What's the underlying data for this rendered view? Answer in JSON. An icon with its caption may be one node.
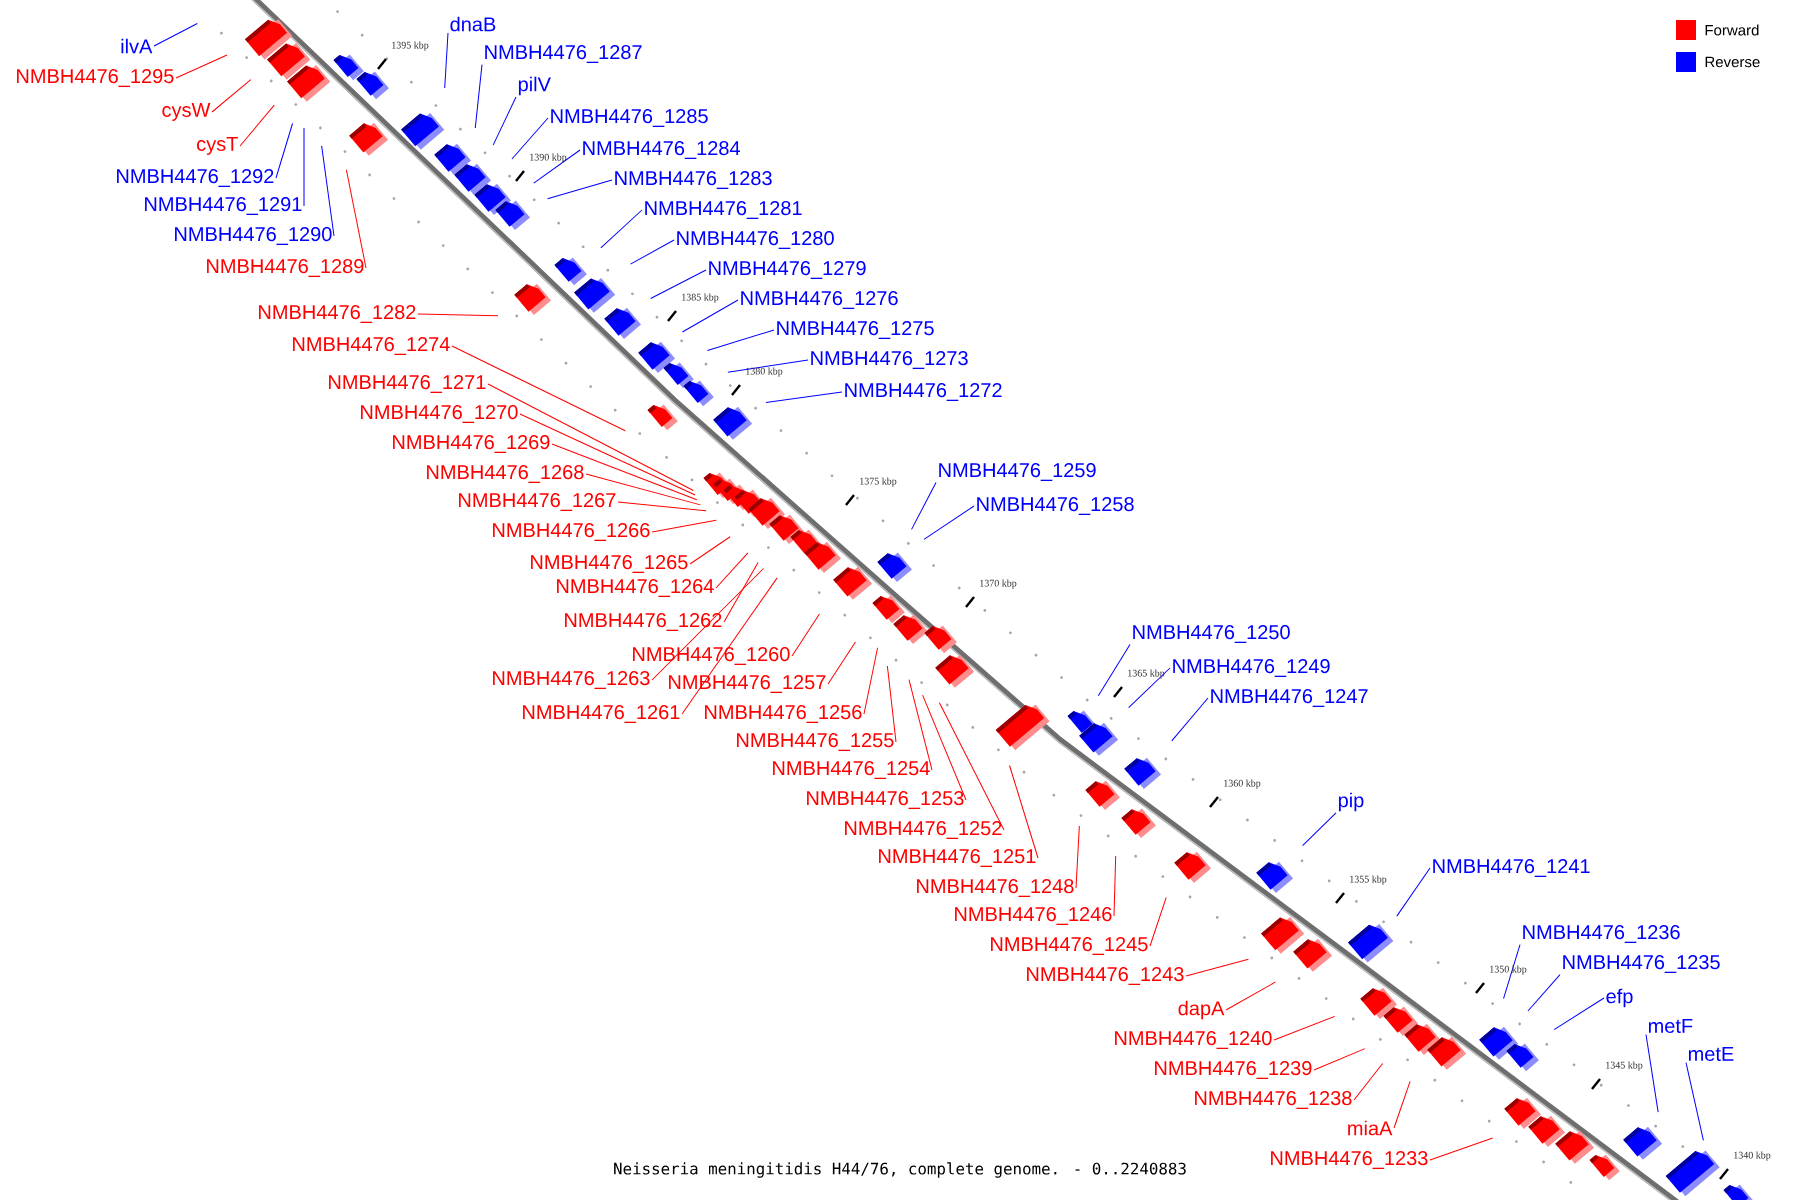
{
  "diagram": {
    "caption": "Neisseria meningitidis H44/76, complete genome. - 0..2240883",
    "nodes": [
      {
        "text": [
          "ilvA"
        ]
      },
      {
        "text": [
          "NMBH4476_1295"
        ]
      },
      {
        "text": [
          "cysW"
        ]
      },
      {
        "text": [
          "cysT"
        ]
      },
      {
        "text": [
          "NMBH4476_1292"
        ]
      },
      {
        "text": [
          "NMBH4476_1291"
        ]
      },
      {
        "text": [
          "NMBH4476_1290"
        ]
      },
      {
        "text": [
          "NMBH4476_1289"
        ]
      },
      {
        "text": [
          "dnaB"
        ]
      },
      {
        "text": [
          "NMBH4476_1287"
        ]
      },
      {
        "text": [
          "pilV"
        ]
      },
      {
        "text": [
          "NMBH4476_1285"
        ]
      },
      {
        "text": [
          "NMBH4476_1284"
        ]
      },
      {
        "text": [
          "NMBH4476_1283"
        ]
      },
      {
        "text": [
          "NMBH4476_1281"
        ]
      },
      {
        "text": [
          "NMBH4476_1280"
        ]
      },
      {
        "text": [
          "NMBH4476_1279"
        ]
      },
      {
        "text": [
          "NMBH4476_1276"
        ]
      },
      {
        "text": [
          "NMBH4476_1275"
        ]
      },
      {
        "text": [
          "NMBH4476_1273"
        ]
      },
      {
        "text": [
          "NMBH4476_1272"
        ]
      },
      {
        "text": [
          "NMBH4476_1282"
        ]
      },
      {
        "text": [
          "NMBH4476_1274"
        ]
      },
      {
        "text": [
          "NMBH4476_1271"
        ]
      },
      {
        "text": [
          "NMBH4476_1270"
        ]
      },
      {
        "text": [
          "NMBH4476_1269"
        ]
      },
      {
        "text": [
          "NMBH4476_1268"
        ]
      },
      {
        "text": [
          "NMBH4476_1267"
        ]
      },
      {
        "text": [
          "NMBH4476_1266"
        ]
      },
      {
        "text": [
          "NMBH4476_1265"
        ]
      },
      {
        "text": [
          "NMBH4476_1264"
        ]
      },
      {
        "text": [
          "NMBH4476_1262"
        ]
      },
      {
        "text": [
          "NMBH4476_1263"
        ]
      },
      {
        "text": [
          "NMBH4476_1261"
        ]
      },
      {
        "text": [
          "NMBH4476_1260"
        ]
      },
      {
        "text": [
          "NMBH4476_1257"
        ]
      },
      {
        "text": [
          "NMBH4476_1256"
        ]
      },
      {
        "text": [
          "NMBH4476_1255"
        ]
      },
      {
        "text": [
          "NMBH4476_1254"
        ]
      },
      {
        "text": [
          "NMBH4476_1253"
        ]
      },
      {
        "text": [
          "NMBH4476_1252"
        ]
      },
      {
        "text": [
          "NMBH4476_1251"
        ]
      },
      {
        "text": [
          "NMBH4476_1248"
        ]
      },
      {
        "text": [
          "NMBH4476_1246"
        ]
      },
      {
        "text": [
          "NMBH4476_1245"
        ]
      },
      {
        "text": [
          "NMBH4476_1243"
        ]
      },
      {
        "text": [
          "dapA"
        ]
      },
      {
        "text": [
          "NMBH4476_1240"
        ]
      },
      {
        "text": [
          "NMBH4476_1239"
        ]
      },
      {
        "text": [
          "NMBH4476_1238"
        ]
      },
      {
        "text": [
          "miaA"
        ]
      },
      {
        "text": [
          "NMBH4476_1233"
        ]
      },
      {
        "text": [
          "NMBH4476_1259"
        ]
      },
      {
        "text": [
          "NMBH4476_1258"
        ]
      },
      {
        "text": [
          "NMBH4476_1250"
        ]
      },
      {
        "text": [
          "NMBH4476_1249"
        ]
      },
      {
        "text": [
          "NMBH4476_1247"
        ]
      },
      {
        "text": [
          "pip"
        ]
      },
      {
        "text": [
          "NMBH4476_1241"
        ]
      },
      {
        "text": [
          "NMBH4476_1236"
        ]
      },
      {
        "text": [
          "NMBH4476_1235"
        ]
      },
      {
        "text": [
          "efp"
        ]
      },
      {
        "text": [
          "metF"
        ]
      },
      {
        "text": [
          "metE"
        ]
      }
    ],
    "edges": [
      {
        "from": 0,
        "to": null,
        "arrow": "none",
        "color": "#0000ff"
      },
      {
        "from": 1,
        "to": null,
        "arrow": "none"
      },
      {
        "from": 2,
        "to": null,
        "arrow": "none"
      },
      {
        "from": 3,
        "to": null,
        "arrow": "none"
      },
      {
        "from": 4,
        "to": null,
        "arrow": "none",
        "color": "#0000ff"
      },
      {
        "from": 5,
        "to": null,
        "arrow": "none",
        "color": "#0000ff"
      },
      {
        "from": 6,
        "to": null,
        "arrow": "none",
        "color": "#0000ff"
      },
      {
        "from": 7,
        "to": null,
        "arrow": "none"
      },
      {
        "from": 8,
        "to": null,
        "arrow": "none",
        "color": "#0000ff"
      },
      {
        "from": 9,
        "to": null,
        "arrow": "none",
        "color": "#0000ff"
      },
      {
        "from": 10,
        "to": null,
        "arrow": "none",
        "color": "#0000ff"
      },
      {
        "from": 11,
        "to": null,
        "arrow": "none",
        "color": "#0000ff"
      },
      {
        "from": 12,
        "to": null,
        "arrow": "none",
        "color": "#0000ff"
      },
      {
        "from": 13,
        "to": null,
        "arrow": "none",
        "color": "#0000ff"
      },
      {
        "from": 14,
        "to": null,
        "arrow": "none",
        "color": "#0000ff"
      },
      {
        "from": 15,
        "to": null,
        "arrow": "none",
        "color": "#0000ff"
      },
      {
        "from": 16,
        "to": null,
        "arrow": "none",
        "color": "#0000ff"
      },
      {
        "from": 17,
        "to": null,
        "arrow": "none",
        "color": "#0000ff"
      },
      {
        "from": 18,
        "to": null,
        "arrow": "none",
        "color": "#0000ff"
      },
      {
        "from": 19,
        "to": null,
        "arrow": "none",
        "color": "#0000ff"
      },
      {
        "from": 20,
        "to": null,
        "arrow": "none",
        "color": "#0000ff"
      },
      {
        "from": 21,
        "to": null,
        "arrow": "none"
      },
      {
        "from": 22,
        "to": null,
        "arrow": "none"
      },
      {
        "from": 23,
        "to": null,
        "arrow": "none"
      },
      {
        "from": 24,
        "to": null,
        "arrow": "none"
      },
      {
        "from": 25,
        "to": null,
        "arrow": "none"
      },
      {
        "from": 26,
        "to": null,
        "arrow": "none"
      },
      {
        "from": 27,
        "to": null,
        "arrow": "none"
      },
      {
        "from": 28,
        "to": null,
        "arrow": "none"
      },
      {
        "from": 29,
        "to": null,
        "arrow": "none"
      },
      {
        "from": 30,
        "to": null,
        "arrow": "none"
      },
      {
        "from": 31,
        "to": null,
        "arrow": "none"
      },
      {
        "from": 32,
        "to": null,
        "arrow": "none"
      },
      {
        "from": 33,
        "to": null,
        "arrow": "none"
      },
      {
        "from": 34,
        "to": null,
        "arrow": "none"
      },
      {
        "from": 35,
        "to": null,
        "arrow": "none"
      },
      {
        "from": 36,
        "to": null,
        "arrow": "none"
      },
      {
        "from": 37,
        "to": null,
        "arrow": "none"
      },
      {
        "from": 38,
        "to": null,
        "arrow": "none"
      },
      {
        "from": 39,
        "to": null,
        "arrow": "none"
      },
      {
        "from": 40,
        "to": null,
        "arrow": "none"
      },
      {
        "from": 41,
        "to": null,
        "arrow": "none"
      },
      {
        "from": 42,
        "to": null,
        "arrow": "none"
      },
      {
        "from": 43,
        "to": null,
        "arrow": "none"
      },
      {
        "from": 44,
        "to": null,
        "arrow": "none"
      },
      {
        "from": 45,
        "to": null,
        "arrow": "none"
      },
      {
        "from": 46,
        "to": null,
        "arrow": "none"
      },
      {
        "from": 47,
        "to": null,
        "arrow": "none"
      },
      {
        "from": 48,
        "to": null,
        "arrow": "none"
      },
      {
        "from": 49,
        "to": null,
        "arrow": "none"
      },
      {
        "from": 50,
        "to": null,
        "arrow": "none"
      },
      {
        "from": 51,
        "to": null,
        "arrow": "none"
      },
      {
        "from": 52,
        "to": null,
        "arrow": "none",
        "color": "#0000ff"
      },
      {
        "from": 53,
        "to": null,
        "arrow": "none",
        "color": "#0000ff"
      },
      {
        "from": 54,
        "to": null,
        "arrow": "none",
        "color": "#0000ff"
      },
      {
        "from": 55,
        "to": null,
        "arrow": "none",
        "color": "#0000ff"
      },
      {
        "from": 56,
        "to": null,
        "arrow": "none",
        "color": "#0000ff"
      },
      {
        "from": 57,
        "to": null,
        "arrow": "none",
        "color": "#0000ff"
      },
      {
        "from": 58,
        "to": null,
        "arrow": "none",
        "color": "#0000ff"
      },
      {
        "from": 59,
        "to": null,
        "arrow": "none",
        "color": "#0000ff"
      },
      {
        "from": 60,
        "to": null,
        "arrow": "none",
        "color": "#0000ff"
      },
      {
        "from": 61,
        "to": null,
        "arrow": "none",
        "color": "#0000ff"
      },
      {
        "from": 62,
        "to": null,
        "arrow": "none",
        "color": "#0000ff"
      },
      {
        "from": 63,
        "to": null,
        "arrow": "none",
        "color": "#0000ff"
      }
    ],
    "labels": [
      "1395 kbp",
      "1390 kbp",
      "1385 kbp",
      "1380 kbp",
      "1375 kbp",
      "1370 kbp",
      "1365 kbp",
      "1360 kbp",
      "1355 kbp",
      "1350 kbp",
      "1345 kbp",
      "1340 kbp"
    ],
    "legend": [
      {
        "text": "Forward",
        "color": "#ff0000"
      },
      {
        "text": "Reverse",
        "color": "#0000ff"
      }
    ]
  }
}
